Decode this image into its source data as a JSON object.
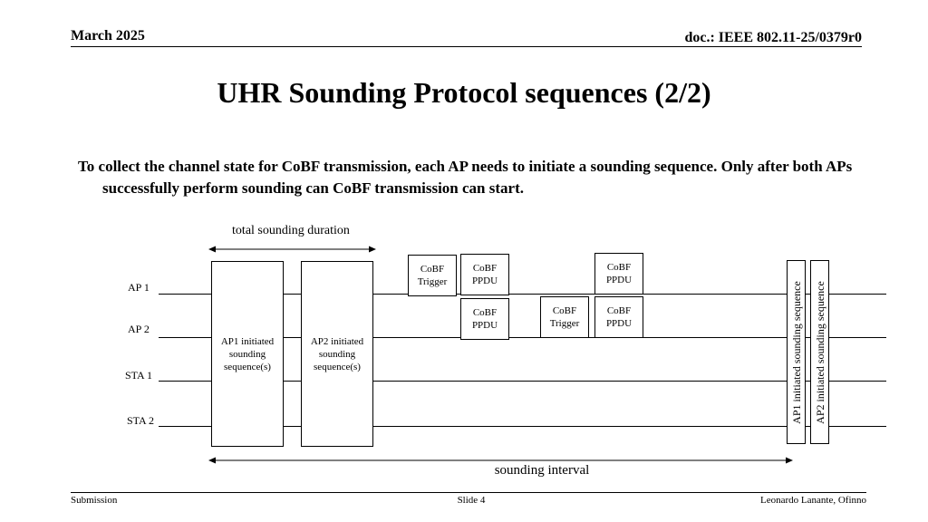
{
  "header": {
    "date": "March 2025",
    "doc": "doc.: IEEE 802.11-25/0379r0"
  },
  "title": "UHR Sounding Protocol sequences (2/2)",
  "bullet": "To collect the channel state for CoBF transmission, each AP needs to initiate a sounding sequence. Only after both APs successfully perform sounding can CoBF transmission can start.",
  "diagram": {
    "total_duration_label": "total sounding duration",
    "sounding_interval_label": "sounding interval",
    "rows": [
      "AP 1",
      "AP 2",
      "STA 1",
      "STA 2"
    ],
    "ap1_seq": "AP1 initiated sounding sequence(s)",
    "ap2_seq": "AP2 initiated sounding sequence(s)",
    "cobf_trigger": "CoBF Trigger",
    "cobf_ppdu": "CoBF PPDU",
    "ap1_vertical": "AP1 initiated sounding sequence",
    "ap2_vertical": "AP2 initiated sounding sequence"
  },
  "footer": {
    "left": "Submission",
    "center": "Slide 4",
    "right": "Leonardo Lanante, Ofinno"
  }
}
